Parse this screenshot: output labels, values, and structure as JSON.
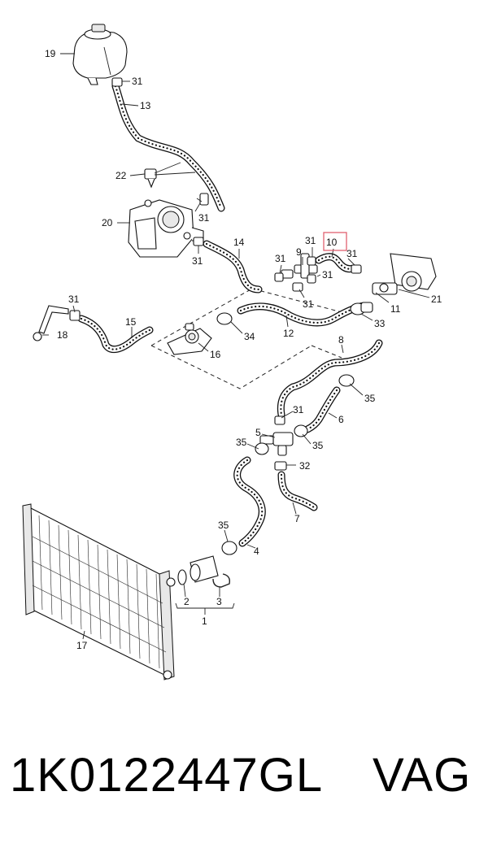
{
  "diagram": {
    "highlight_color": "#e06070",
    "labels": {
      "l19": "19",
      "l31a": "31",
      "l13": "13",
      "l22": "22",
      "l31b": "31",
      "l20": "20",
      "l31c": "31",
      "l14": "14",
      "l31d": "31",
      "l10": "10",
      "l9": "9",
      "l31e": "31",
      "l31f": "31",
      "l31g": "31",
      "l31h": "31",
      "l21": "21",
      "l11": "11",
      "l33": "33",
      "l31i": "31",
      "l18": "18",
      "l15": "15",
      "l12": "12",
      "l34": "34",
      "l16": "16",
      "l8": "8",
      "l35a": "35",
      "l31j": "31",
      "l6": "6",
      "l5": "5",
      "l35b": "35",
      "l35c": "35",
      "l32": "32",
      "l7": "7",
      "l35d": "35",
      "l4": "4",
      "l2": "2",
      "l3": "3",
      "l1": "1",
      "l17": "17"
    }
  },
  "footer": {
    "part_number": "1K0122447GL",
    "brand": "VAG"
  }
}
